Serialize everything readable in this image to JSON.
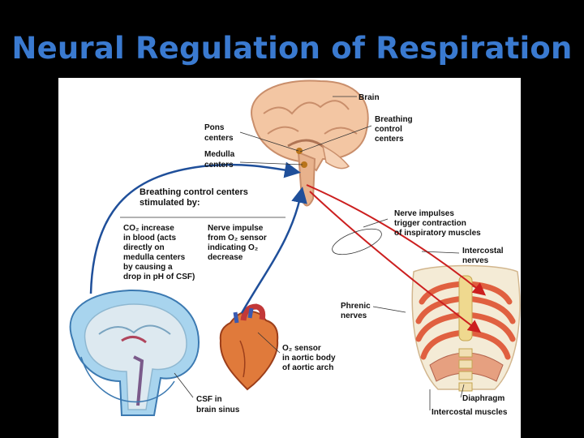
{
  "slide": {
    "title": "Neural Regulation of Respiration"
  },
  "labels": {
    "brain": "Brain",
    "breathing_control_centers": [
      "Breathing",
      "control",
      "centers"
    ],
    "pons_centers": [
      "Pons",
      "centers"
    ],
    "medulla_centers": [
      "Medulla",
      "centers"
    ],
    "stimulated_by": [
      "Breathing control centers",
      "stimulated by:"
    ],
    "co2_increase": [
      "CO₂ increase",
      "in blood (acts",
      "directly on",
      "medulla centers",
      "by causing a",
      "drop in pH of CSF)"
    ],
    "nerve_impulse_o2": [
      "Nerve impulse",
      "from O₂ sensor",
      "indicating O₂",
      "decrease"
    ],
    "nerve_impulses_trigger": [
      "Nerve impulses",
      "trigger contraction",
      "of inspiratory muscles"
    ],
    "intercostal_nerves": [
      "Intercostal",
      "nerves"
    ],
    "phrenic_nerves": [
      "Phrenic",
      "nerves"
    ],
    "o2_sensor": [
      "O₂ sensor",
      "in aortic body",
      "of aortic arch"
    ],
    "csf": [
      "CSF in",
      "brain sinus"
    ],
    "diaphragm": "Diaphragm",
    "intercostal_muscles": "Intercostal muscles"
  },
  "colors": {
    "title": "#3a7ad0",
    "afferent_arrow": "#1f4f9a",
    "efferent_arrow": "#cc1f1f"
  }
}
